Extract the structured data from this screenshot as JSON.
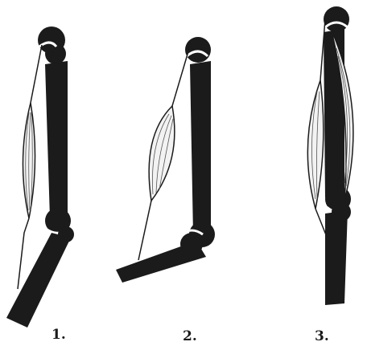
{
  "figure": {
    "panels": [
      {
        "label": "1."
      },
      {
        "label": "2."
      },
      {
        "label": "3."
      }
    ],
    "colors": {
      "bone": "#1b1b1b",
      "muscle_fill": "#f2f2f2",
      "line": "#1b1b1b",
      "background": "#ffffff"
    }
  }
}
